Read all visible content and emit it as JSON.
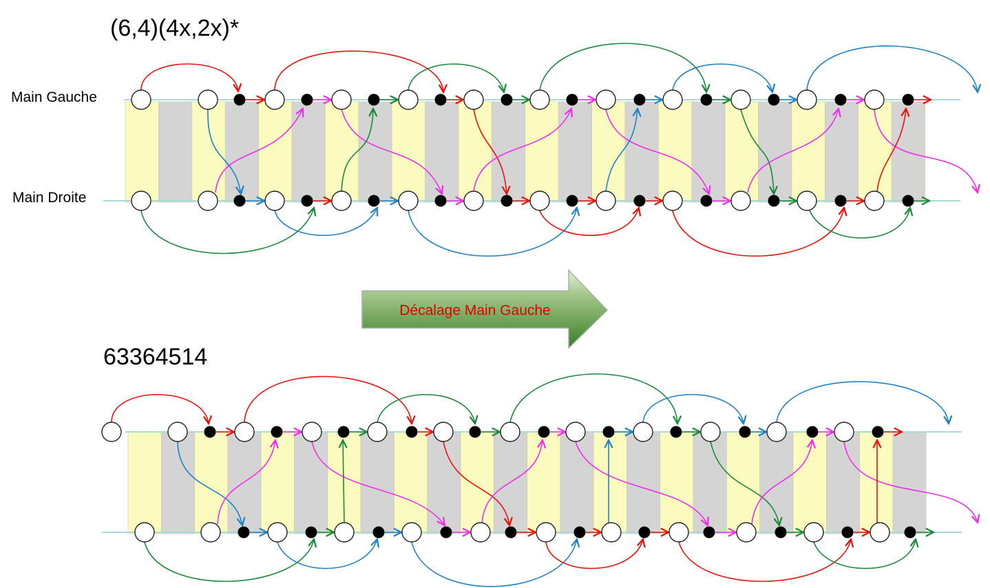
{
  "top_panel": {
    "title": "(6,4)(4x,2x)*",
    "left_hand_label": "Main Gauche",
    "right_hand_label": "Main Droite"
  },
  "banner": {
    "label": "Décalage Main Gauche",
    "text_color": "#e00000"
  },
  "bottom_panel": {
    "title": "63364514"
  },
  "colors": {
    "red": "#e8120c",
    "green": "#1a8a3a",
    "blue": "#1f82c8",
    "magenta": "#ee2ee8",
    "yellow_beat": "#fbfbbf",
    "grey_beat": "#d4d4d4",
    "line": "#a9dada"
  }
}
